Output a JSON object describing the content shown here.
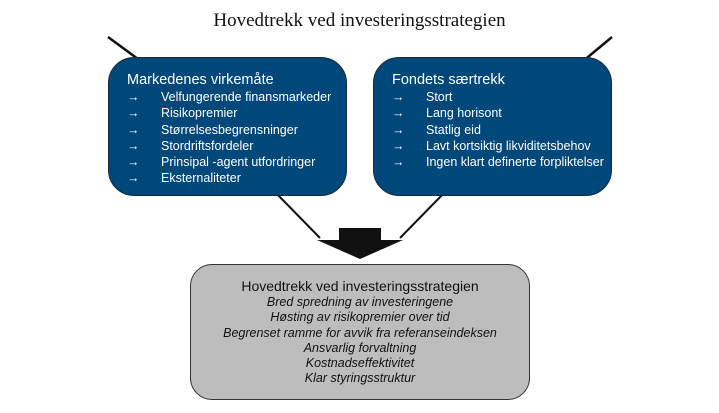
{
  "title": "Hovedtrekk ved investeringsstrategien",
  "left_box": {
    "heading": "Markedenes virkemåte",
    "items": [
      "Velfungerende finansmarkeder",
      "Risikopremier",
      "Størrelsesbegrensninger",
      "Stordriftsfordeler",
      "Prinsipal -agent utfordringer",
      "Eksternaliteter"
    ]
  },
  "right_box": {
    "heading": "Fondets særtrekk",
    "items": [
      "Stort",
      "Lang horisont",
      "Statlig eid",
      "Lavt kortsiktig likviditetsbehov",
      "Ingen klart definerte forpliktelser"
    ]
  },
  "bottom_box": {
    "heading": "Hovedtrekk ved investeringsstrategien",
    "items": [
      "Bred spredning av investeringene",
      "Høsting av risikopremier over tid",
      "Begrenset ramme for avvik fra referanseindeksen",
      "Ansvarlig forvaltning",
      "Kostnadseffektivitet",
      "Klar styringsstruktur"
    ]
  },
  "arrow_glyph": "→",
  "colors": {
    "blue": "#00477a",
    "gray": "#bdbdbd"
  }
}
